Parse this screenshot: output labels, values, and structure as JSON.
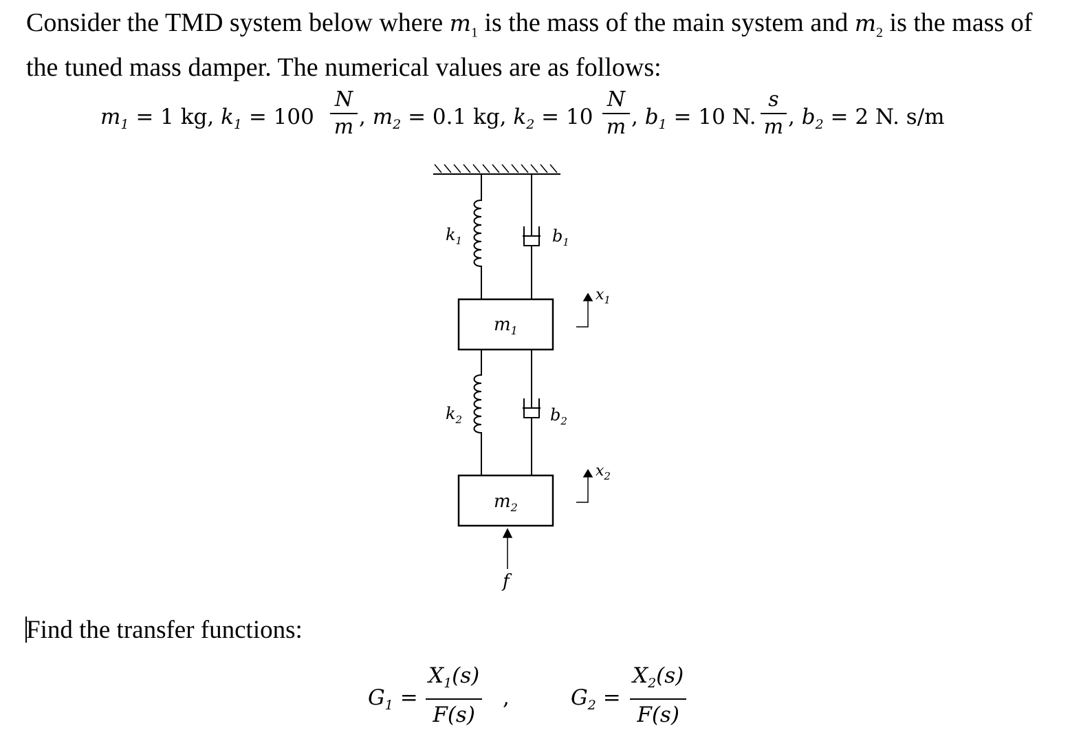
{
  "intro": {
    "part1": "Consider the TMD system below where ",
    "m1": "m",
    "sub1": "1",
    "part2": " is the mass of the main system and ",
    "m2": "m",
    "sub2": "2",
    "part3": " is the mass of",
    "line2": "the tuned mass damper. The numerical values are as follows:"
  },
  "params": {
    "m1_sym": "m",
    "m1_sub": "1",
    "m1_val": " = 1 kg, ",
    "k1_sym": "k",
    "k1_sub": "1",
    "k1_val": " = 100",
    "k1_num": "N",
    "k1_den": "m",
    "comma_m2": ", ",
    "m2_sym": "m",
    "m2_sub": "2",
    "m2_val": " = 0.1 kg, ",
    "k2_sym": "k",
    "k2_sub": "2",
    "k2_val": " = 10",
    "k2_num": "N",
    "k2_den": "m",
    "comma_b1": ", ",
    "b1_sym": "b",
    "b1_sub": "1",
    "b1_val": " = 10 N.",
    "b1_num": "s",
    "b1_den": "m",
    "comma_b2": ", ",
    "b2_sym": "b",
    "b2_sub": "2",
    "b2_val": " = 2 N. s/m"
  },
  "diagram": {
    "k1": "k",
    "k1_sub": "1",
    "b1": "b",
    "b1_sub": "1",
    "x1": "x",
    "x1_sub": "1",
    "m1": "m",
    "m1_sub": "1",
    "k2": "k",
    "k2_sub": "2",
    "b2": "b",
    "b2_sub": "2",
    "x2": "x",
    "x2_sub": "2",
    "m2": "m",
    "m2_sub": "2",
    "force": "f"
  },
  "question": "Find the transfer functions:",
  "tf": {
    "g1": "G",
    "g1_sub": "1",
    "eq": "=",
    "g1_num": "X",
    "g1_num_sub": "1",
    "g1_num_arg": "(s)",
    "g1_den": "F(s)",
    "sep": ",",
    "g2": "G",
    "g2_sub": "2",
    "g2_num": "X",
    "g2_num_sub": "2",
    "g2_num_arg": "(s)",
    "g2_den": "F(s)"
  }
}
